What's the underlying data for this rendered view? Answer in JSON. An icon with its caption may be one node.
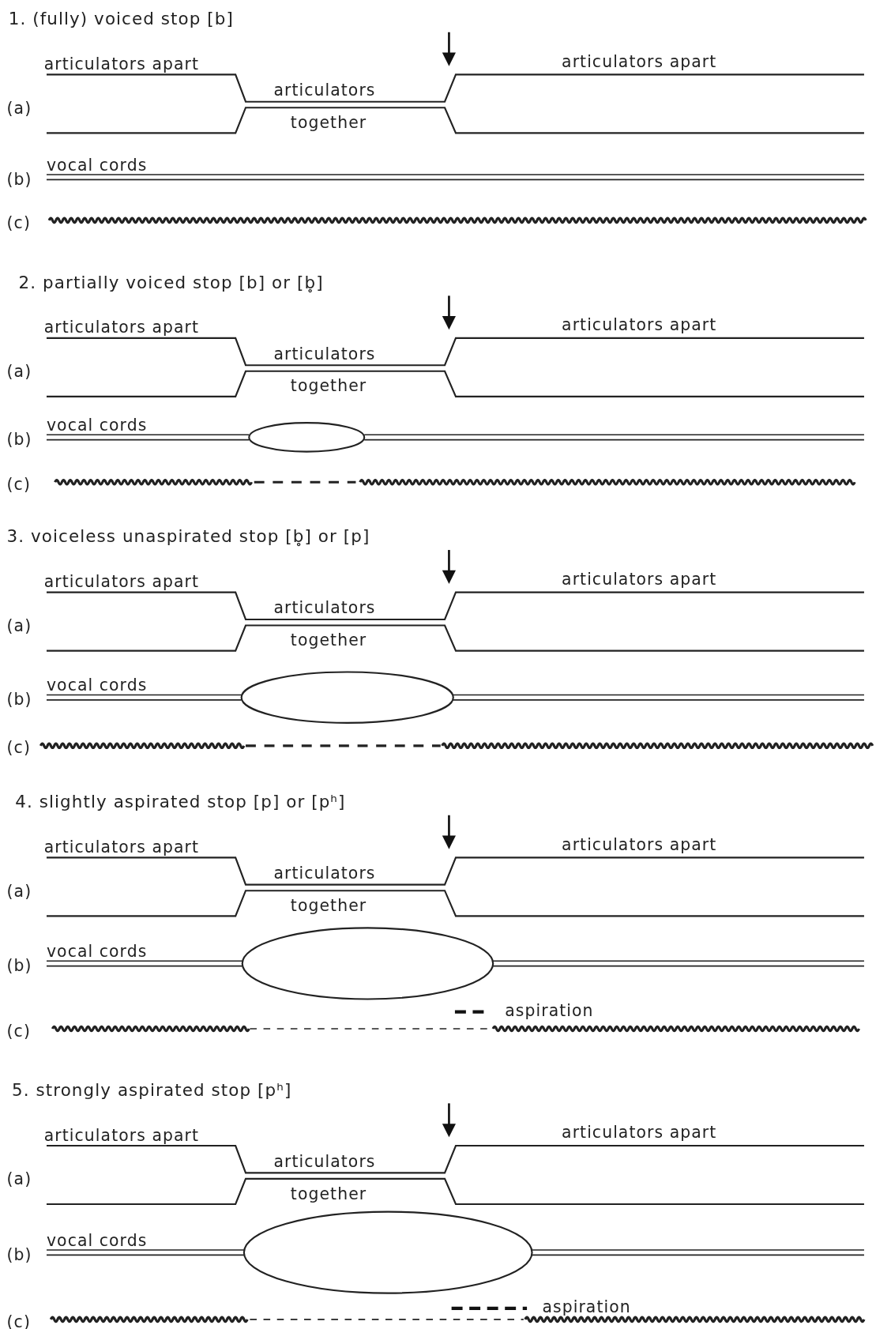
{
  "diagram": {
    "labels": [
      "1. (fully) voiced stop [b]",
      "articulators apart",
      "articulators apart",
      "articulators",
      "(a)",
      "together",
      "vocal cords",
      "(b)",
      "(c)",
      "2. partially voiced stop [b] or [b̥]",
      "articulators apart",
      "articulators apart",
      "articulators",
      "(a)",
      "together",
      "vocal cords",
      "(b)",
      "(c)",
      "3. voiceless unaspirated stop [b̥] or [p]",
      "articulators apart",
      "articulators apart",
      "articulators",
      "(a)",
      "together",
      "vocal cords",
      "(b)",
      "(c)",
      "4. slightly aspirated stop [p] or [pʰ]",
      "articulators apart",
      "articulators apart",
      "articulators",
      "(a)",
      "together",
      "vocal cords",
      "(b)",
      "aspiration",
      "(c)",
      "5. strongly aspirated stop [pʰ]",
      "articulators apart",
      "articulators apart",
      "articulators",
      "(a)",
      "together",
      "vocal cords",
      "(b)",
      "aspiration",
      "(c)"
    ]
  }
}
